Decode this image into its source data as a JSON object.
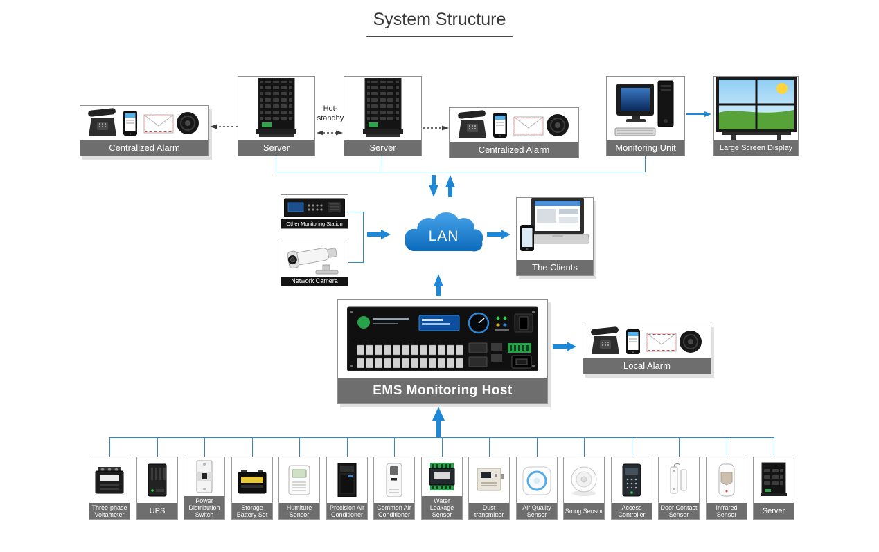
{
  "title": "System Structure",
  "colors": {
    "arrow_blue": "#1f87d7",
    "line_blue": "#2e86c8",
    "caption_gray": "#6e6e6e",
    "caption_black": "#141414",
    "cloud_blue": "#1b80d2",
    "dashed_arrow": "#3f3f3f"
  },
  "top_row": {
    "centralized_alarm_left": {
      "label": "Centralized Alarm",
      "icon": "alarm-devices-icon"
    },
    "server_left": {
      "label": "Server",
      "icon": "blade-server-icon"
    },
    "hot_standby_note": "Hot-standby",
    "server_right": {
      "label": "Server",
      "icon": "blade-server-icon"
    },
    "centralized_alarm_right": {
      "label": "Centralized Alarm",
      "icon": "alarm-devices-icon"
    },
    "monitoring_unit": {
      "label": "Monitoring Unit",
      "icon": "desktop-computer-icon"
    },
    "large_screen_display": {
      "label": "Large Screen Display",
      "icon": "video-wall-icon"
    }
  },
  "middle_row": {
    "other_monitoring_station": {
      "label": "Other Monitoring Station",
      "icon": "monitoring-station-icon"
    },
    "network_camera": {
      "label": "Network Camera",
      "icon": "bullet-camera-icon"
    },
    "lan_cloud": {
      "label": "LAN",
      "icon": "cloud-icon"
    },
    "clients": {
      "label": "The Clients",
      "icon": "laptop-phone-icon"
    }
  },
  "host_row": {
    "ems_host": {
      "label": "EMS Monitoring Host",
      "icon": "rack-host-icon"
    },
    "local_alarm": {
      "label": "Local Alarm",
      "icon": "alarm-devices-icon"
    }
  },
  "bottom_row": {
    "devices": [
      {
        "label": "Three-phase Voltameter",
        "icon": "three-phase-voltameter-icon"
      },
      {
        "label": "UPS",
        "icon": "ups-icon"
      },
      {
        "label": "Power Distribution Switch",
        "icon": "power-distribution-switch-icon"
      },
      {
        "label": "Storage Battery Set",
        "icon": "storage-battery-set-icon"
      },
      {
        "label": "Humiture Sensor",
        "icon": "humiture-sensor-icon"
      },
      {
        "label": "Precision Air Conditioner",
        "icon": "precision-air-conditioner-icon"
      },
      {
        "label": "Common Air Conditioner",
        "icon": "common-air-conditioner-icon"
      },
      {
        "label": "Water Leakage Sensor",
        "icon": "water-leakage-sensor-icon"
      },
      {
        "label": "Dust transmitter",
        "icon": "dust-transmitter-icon"
      },
      {
        "label": "Air Quality Sensor",
        "icon": "air-quality-sensor-icon"
      },
      {
        "label": "Smog Sensor",
        "icon": "smog-sensor-icon"
      },
      {
        "label": "Access Controller",
        "icon": "access-controller-icon"
      },
      {
        "label": "Door Contact Sensor",
        "icon": "door-contact-sensor-icon"
      },
      {
        "label": "Infrared Sensor",
        "icon": "infrared-sensor-icon"
      },
      {
        "label": "Server",
        "icon": "blade-server-icon"
      }
    ]
  }
}
